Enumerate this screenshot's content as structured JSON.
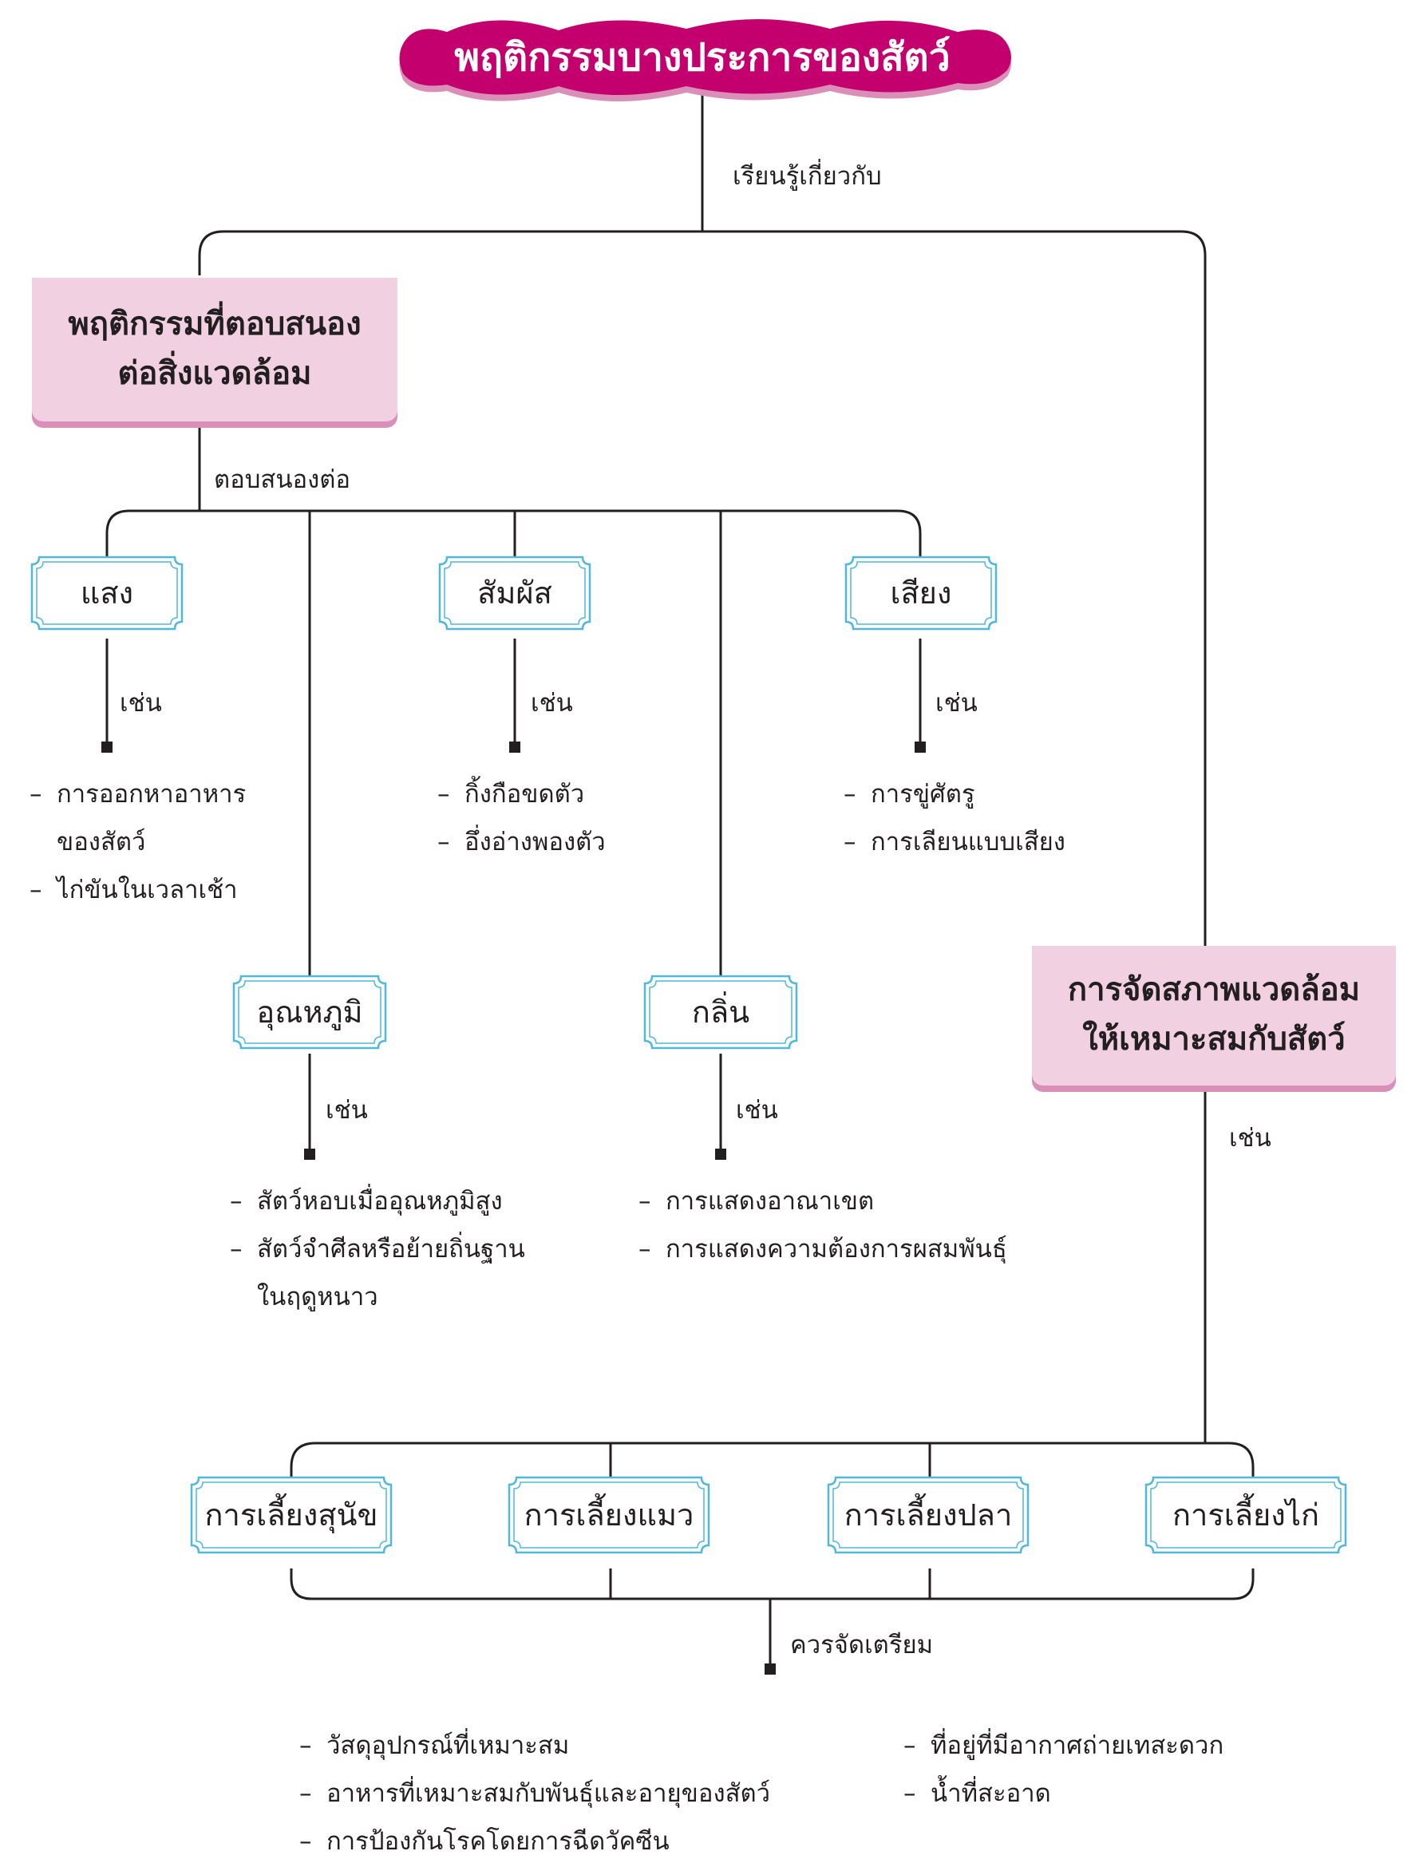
{
  "title": "พฤติกรรมบางประการของสัตว์",
  "connector_learn": "เรียนรู้เกี่ยวกับ",
  "left_main": {
    "line1": "พฤติกรรมที่ตอบสนอง",
    "line2": "ต่อสิ่งแวดล้อม"
  },
  "connector_respond": "ตอบสนองต่อ",
  "example_word": "เช่น",
  "stimuli": {
    "light": {
      "label": "แสง",
      "examples": [
        "การออกหาอาหาร",
        "ของสัตว์",
        "ไก่ขันในเวลาเช้า"
      ]
    },
    "touch": {
      "label": "สัมผัส",
      "examples": [
        "กิ้งกือขดตัว",
        "อึ่งอ่างพองตัว"
      ]
    },
    "sound": {
      "label": "เสียง",
      "examples": [
        "การขู่ศัตรู",
        "การเลียนแบบเสียง"
      ]
    },
    "temperature": {
      "label": "อุณหภูมิ",
      "examples": [
        "สัตว์หอบเมื่ออุณหภูมิสูง",
        "สัตว์จำศีลหรือย้ายถิ่นฐาน",
        "ในฤดูหนาว"
      ]
    },
    "smell": {
      "label": "กลิ่น",
      "examples": [
        "การแสดงอาณาเขต",
        "การแสดงความต้องการผสมพันธุ์"
      ]
    }
  },
  "right_main": {
    "line1": "การจัดสภาพแวดล้อม",
    "line2": "ให้เหมาะสมกับสัตว์"
  },
  "pets": [
    "การเลี้ยงสุนัข",
    "การเลี้ยงแมว",
    "การเลี้ยงปลา",
    "การเลี้ยงไก่"
  ],
  "connector_prepare": "ควรจัดเตรียม",
  "prepare_list_left": [
    "วัสดุอุปกรณ์ที่เหมาะสม",
    "อาหารที่เหมาะสมกับพันธุ์และอายุของสัตว์",
    "การป้องกันโรคโดยการฉีดวัคซีน"
  ],
  "prepare_list_right": [
    "ที่อยู่ที่มีอากาศถ่ายเทสะดวก",
    "น้ำที่สะอาด"
  ],
  "colors": {
    "title_fill": "#c4006e",
    "title_shadow": "#d98fb7",
    "pink_box": "#f0d0e1",
    "box_border": "#4fb8dc",
    "line": "#231f20"
  }
}
